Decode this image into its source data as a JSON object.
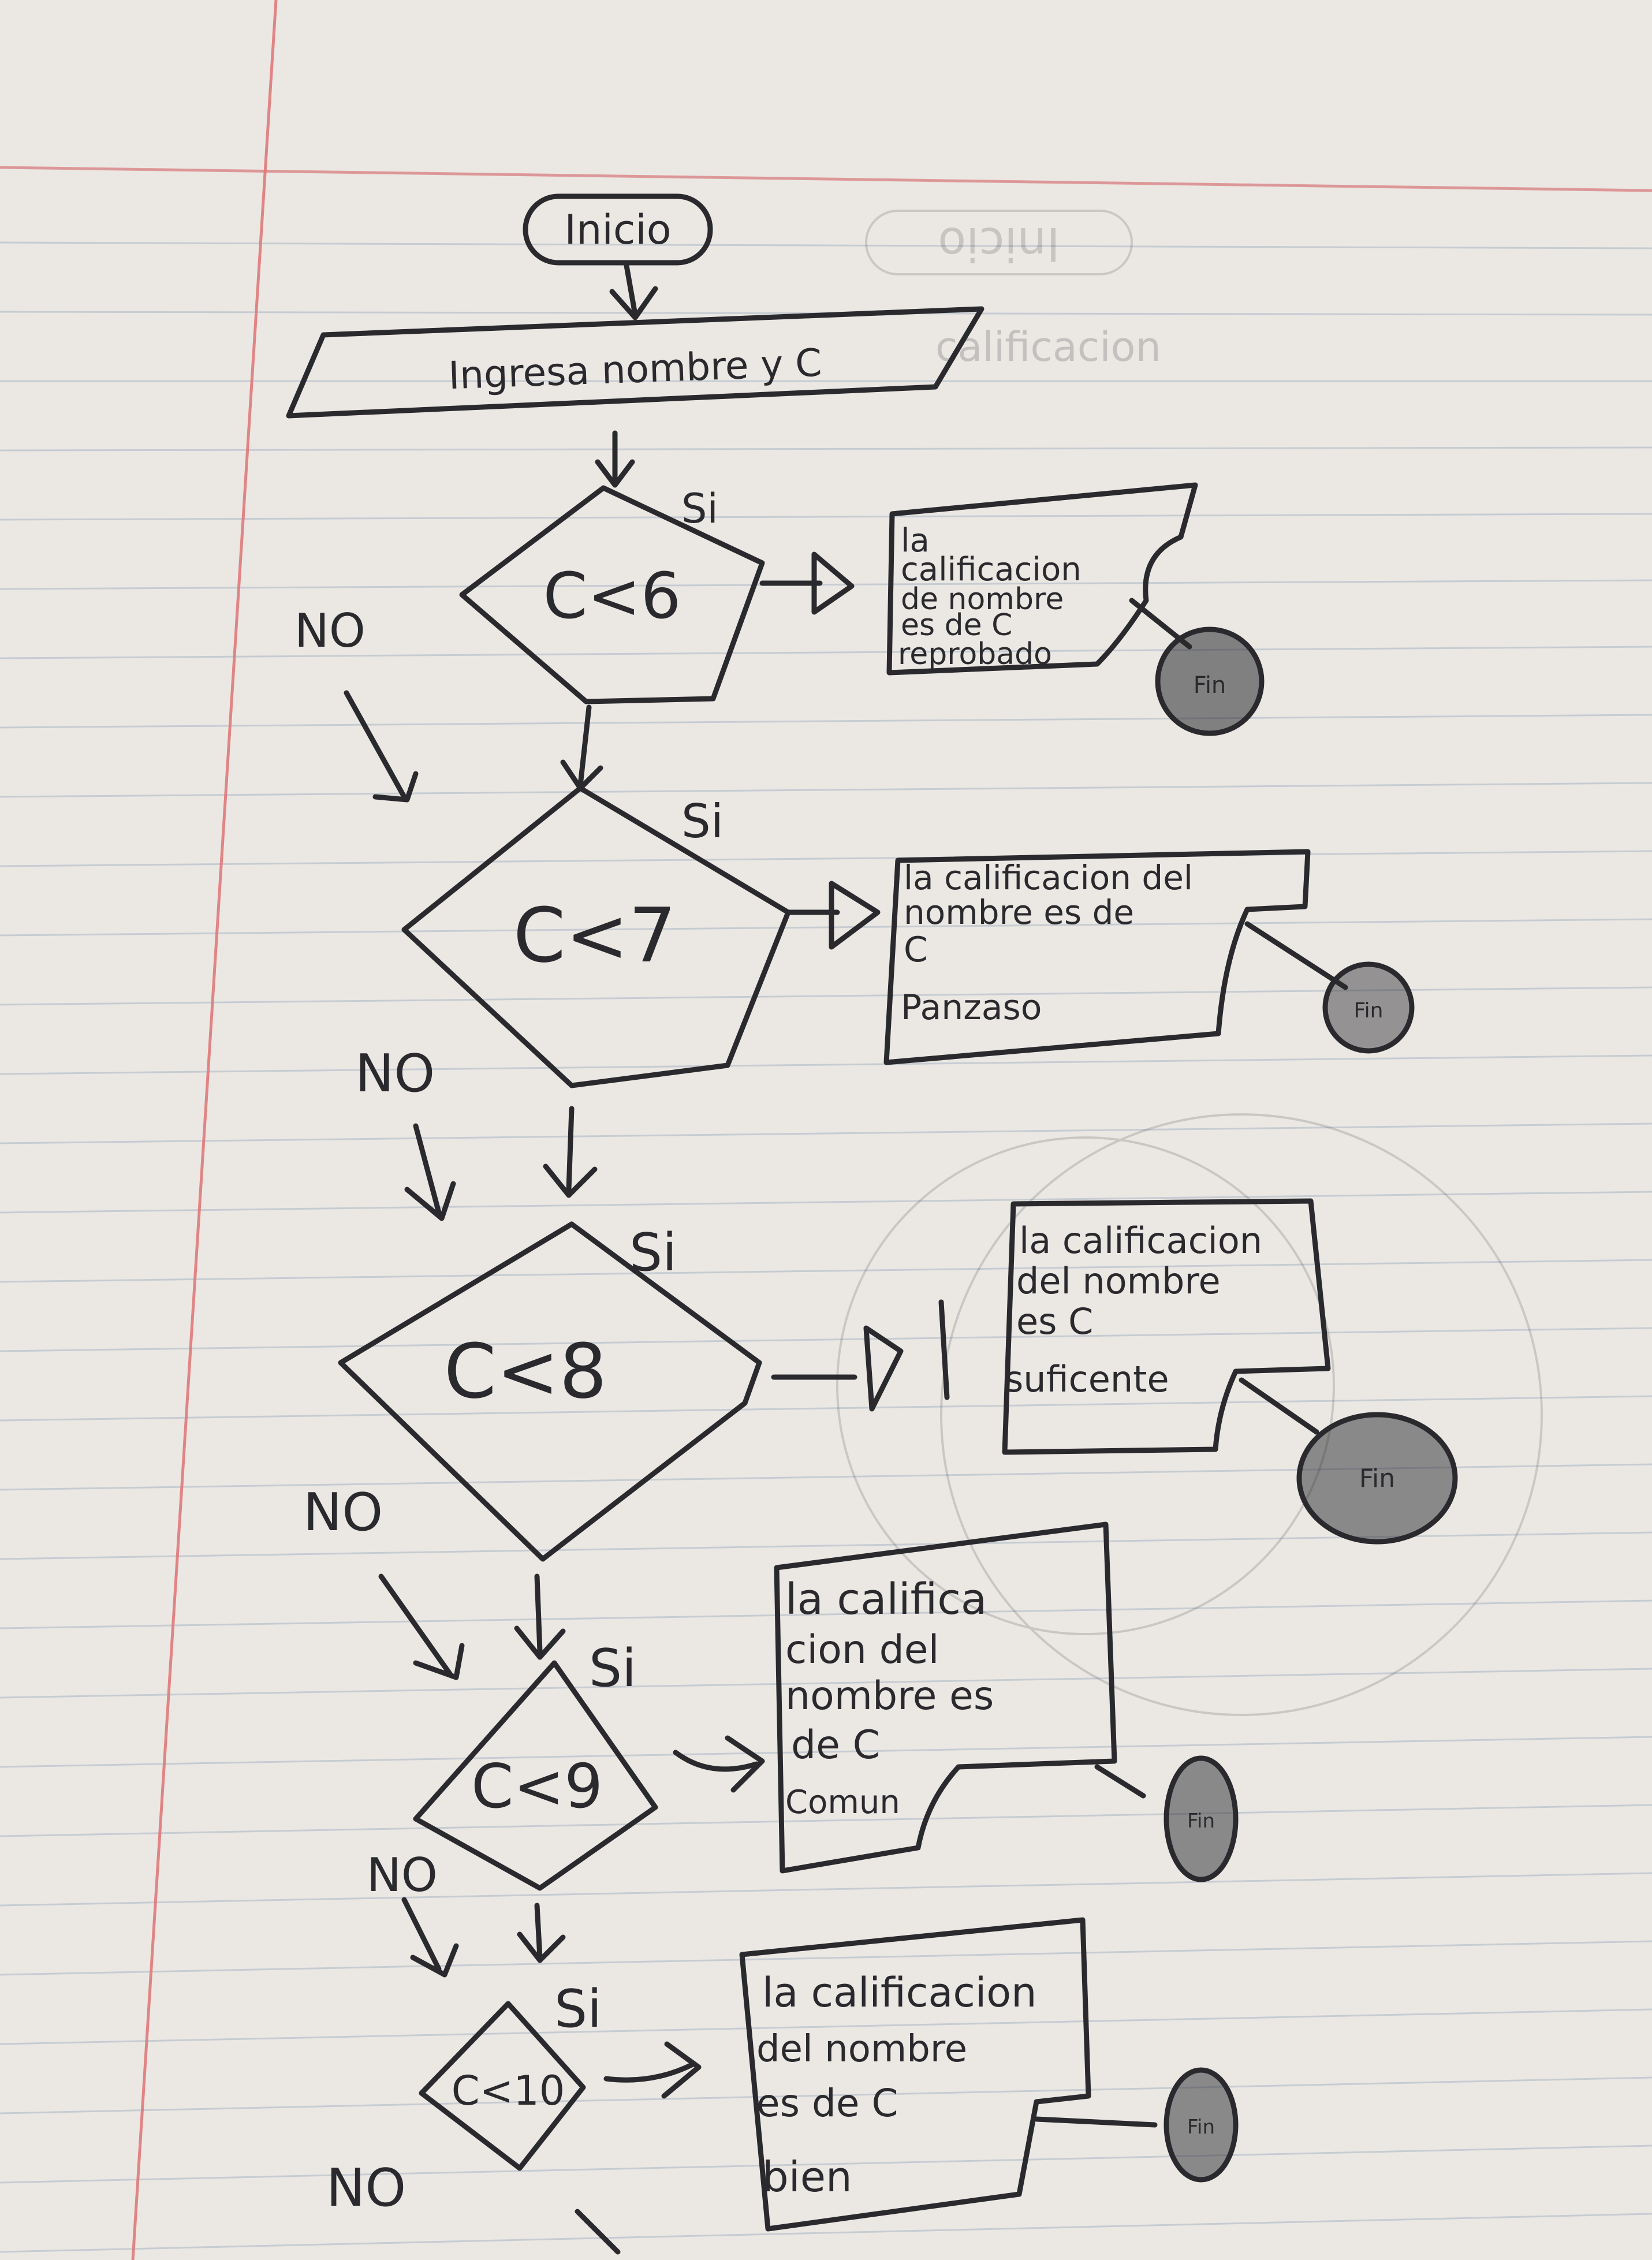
{
  "flowchart": {
    "start": "Inicio",
    "ghost_start": "Inicio",
    "input": "Ingresa nombre y C",
    "ghost_input": "calificacion",
    "branch_yes": "Si",
    "branch_no": "NO",
    "decisions": [
      {
        "condition": "C<6"
      },
      {
        "condition": "C<7"
      },
      {
        "condition": "C<8"
      },
      {
        "condition": "C<9"
      },
      {
        "condition": "C<10"
      }
    ],
    "outputs": [
      {
        "lines": [
          "la",
          "calificacion",
          "de nombre",
          "es de C",
          "reprobado"
        ]
      },
      {
        "lines": [
          "la calificacion del",
          "nombre es de",
          "C",
          "Panzaso"
        ]
      },
      {
        "lines": [
          "la calificacion",
          "del nombre",
          "es C",
          "suficente"
        ]
      },
      {
        "lines": [
          "la califica",
          "cion del",
          "nombre es",
          "de C",
          "Comun"
        ]
      },
      {
        "lines": [
          "la calificacion",
          "del nombre",
          "es de C",
          "bien"
        ]
      }
    ],
    "end_symbol": "Fin"
  }
}
